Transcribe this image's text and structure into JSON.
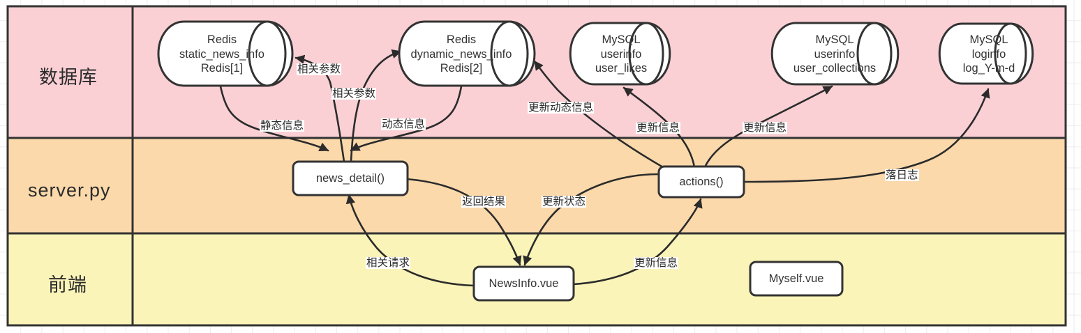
{
  "diagram": {
    "title": "News detail data flow architecture",
    "background": {
      "grid_color": "#ececec",
      "page_color": "#ffffff"
    },
    "bands": [
      {
        "id": "database",
        "label": "数据库",
        "color": "#fad0d5",
        "border": "#333333"
      },
      {
        "id": "server",
        "label": "server.py",
        "color": "#fbd9ab",
        "border": "#333333"
      },
      {
        "id": "frontend",
        "label": "前端",
        "color": "#fbf4b8",
        "border": "#333333"
      }
    ],
    "nodes": [
      {
        "id": "redis-static",
        "shape": "cylinder",
        "band": "database",
        "lines": [
          "Redis",
          "static_news_info",
          "Redis[1]"
        ]
      },
      {
        "id": "redis-dynamic",
        "shape": "cylinder",
        "band": "database",
        "lines": [
          "Redis",
          "dynamic_news_info",
          "Redis[2]"
        ]
      },
      {
        "id": "mysql-user-likes",
        "shape": "cylinder",
        "band": "database",
        "lines": [
          "MySQL",
          "userinfo",
          "user_likes"
        ]
      },
      {
        "id": "mysql-user-collections",
        "shape": "cylinder",
        "band": "database",
        "lines": [
          "MySQL",
          "userinfo",
          "user_collections"
        ]
      },
      {
        "id": "mysql-loginfo",
        "shape": "cylinder",
        "band": "database",
        "lines": [
          "MySQL",
          "loginfo",
          "log_Y-m-d"
        ]
      },
      {
        "id": "news-detail",
        "shape": "rounded-rect",
        "band": "server",
        "lines": [
          "news_detail()"
        ]
      },
      {
        "id": "actions",
        "shape": "rounded-rect",
        "band": "server",
        "lines": [
          "actions()"
        ]
      },
      {
        "id": "newsinfo-vue",
        "shape": "rounded-rect",
        "band": "frontend",
        "lines": [
          "NewsInfo.vue"
        ]
      },
      {
        "id": "myself-vue",
        "shape": "rounded-rect",
        "band": "frontend",
        "lines": [
          "Myself.vue"
        ]
      }
    ],
    "edges": [
      {
        "id": "e-static-info",
        "from": "redis-static",
        "to": "news-detail",
        "label": "静态信息"
      },
      {
        "id": "e-params-static",
        "from": "news-detail",
        "to": "redis-static",
        "label": "相关参数"
      },
      {
        "id": "e-params-dynamic",
        "from": "news-detail",
        "to": "redis-dynamic",
        "label": "相关参数"
      },
      {
        "id": "e-dynamic-info",
        "from": "redis-dynamic",
        "to": "news-detail",
        "label": "动态信息"
      },
      {
        "id": "e-update-dynamic",
        "from": "actions",
        "to": "redis-dynamic",
        "label": "更新动态信息"
      },
      {
        "id": "e-update-likes",
        "from": "actions",
        "to": "mysql-user-likes",
        "label": "更新信息"
      },
      {
        "id": "e-update-collections",
        "from": "actions",
        "to": "mysql-user-collections",
        "label": "更新信息"
      },
      {
        "id": "e-log",
        "from": "actions",
        "to": "mysql-loginfo",
        "label": "落日志"
      },
      {
        "id": "e-return-result",
        "from": "news-detail",
        "to": "newsinfo-vue",
        "label": "返回结果"
      },
      {
        "id": "e-update-state",
        "from": "actions",
        "to": "newsinfo-vue",
        "label": "更新状态"
      },
      {
        "id": "e-request",
        "from": "newsinfo-vue",
        "to": "news-detail",
        "label": "相关请求"
      },
      {
        "id": "e-update-info",
        "from": "newsinfo-vue",
        "to": "actions",
        "label": "更新信息"
      }
    ]
  }
}
